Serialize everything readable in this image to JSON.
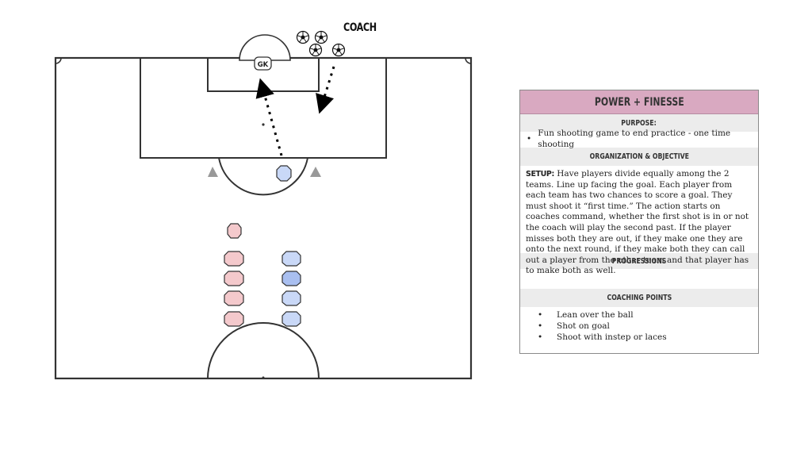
{
  "diagram": {
    "coach_label": "COACH",
    "goalkeeper_label": "GK",
    "colors": {
      "line": "#333333",
      "pink_player": "#f4c9cc",
      "blue_player": "#c9d8f7",
      "blue_player_dark": "#a9bff0",
      "cone": "#999999",
      "arrow": "#000000"
    },
    "icons": [
      "soccer-ball-icon",
      "soccer-ball-icon",
      "soccer-ball-icon",
      "soccer-ball-icon"
    ]
  },
  "card": {
    "title": "POWER + FINESSE",
    "purpose_heading": "PURPOSE:",
    "purpose_bullet": "•",
    "purpose_text": "Fun shooting game to end practice - one time shooting",
    "organization_heading": "ORGANIZATION & OBJECTIVE",
    "setup_label": "SETUP:",
    "setup_text": " Have players divide equally among the 2 teams. Line up facing the goal. Each player from each team has two chances to score a goal. They must shoot it “first time.” The action starts on coaches command, whether the first shot is in or not the coach will play the second past. If the player misses both they are out, if they make one they are onto the next round, if they make both they can call out a player from the other team and that player has to make both as well.",
    "progressions_heading": "PROGRESSIONS",
    "coaching_points_heading": "COACHING POINTS",
    "coaching_points": [
      "Lean over the ball",
      "Shot on goal",
      "Shoot with instep or laces"
    ]
  }
}
